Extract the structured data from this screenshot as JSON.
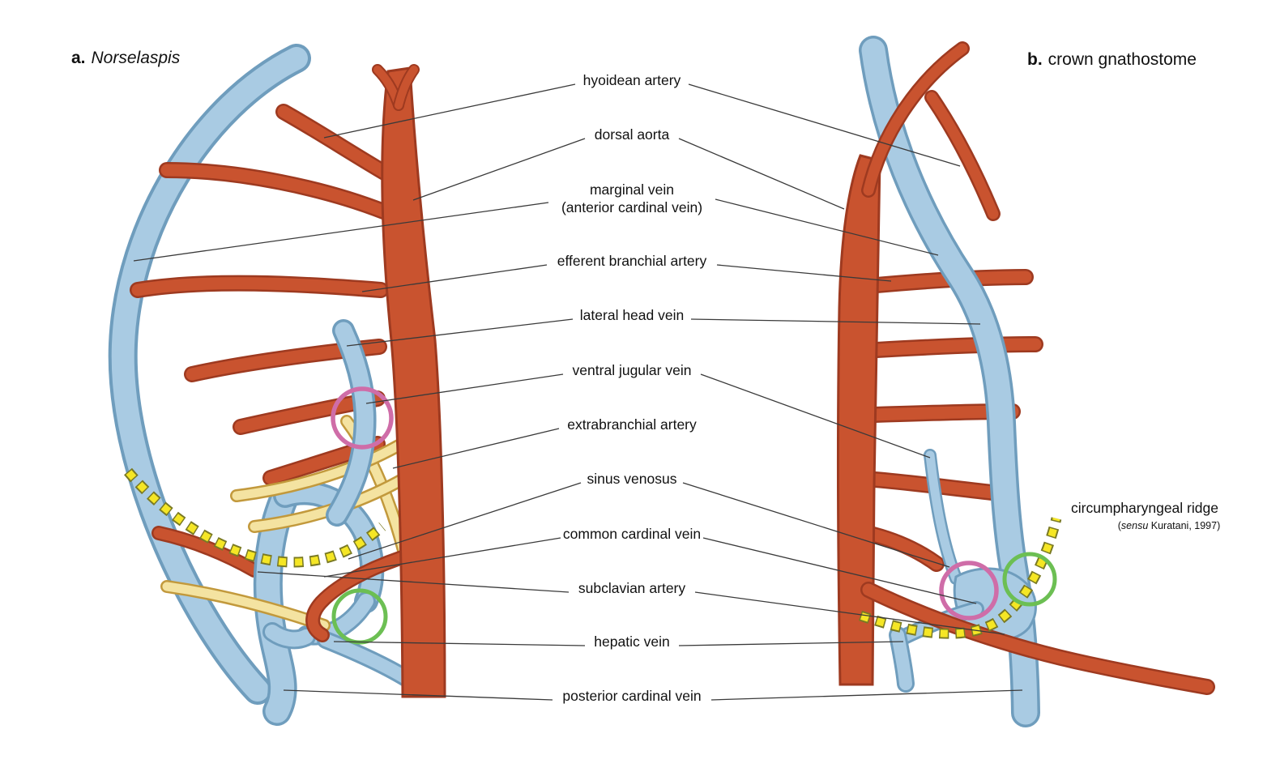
{
  "figure": {
    "panels": {
      "a": {
        "letter": "a.",
        "title": "Norselaspis"
      },
      "b": {
        "letter": "b.",
        "title": "crown gnathostome"
      }
    },
    "labels": [
      {
        "text": "hyoidean artery"
      },
      {
        "text": "dorsal aorta"
      },
      {
        "line1": "marginal vein",
        "line2": "(anterior cardinal vein)"
      },
      {
        "text": "efferent branchial artery"
      },
      {
        "text": "lateral head vein"
      },
      {
        "text": "ventral jugular vein"
      },
      {
        "text": "extrabranchial artery"
      },
      {
        "text": "sinus venosus"
      },
      {
        "text": "common cardinal vein"
      },
      {
        "text": "subclavian artery"
      },
      {
        "text": "hepatic vein"
      },
      {
        "text": "posterior cardinal vein"
      }
    ],
    "ridge_label": {
      "title": "circumpharyngeal ridge",
      "sub_prefix": "(",
      "sub_italic": "sensu",
      "sub_rest": " Kuratani, 1997)"
    },
    "colors": {
      "artery": "#c9532f",
      "artery_outline": "#9e3a20",
      "vein": "#a9cbe3",
      "vein_outline": "#6f9dbd",
      "extrabranchial": "#f4e3a1",
      "extrabranchial_outline": "#c2993c",
      "ridge_dots": "#f5e625",
      "ridge_dots_outline": "#7a7a24",
      "highlight_pink": "#cf6da8",
      "highlight_green": "#6cbf53"
    }
  }
}
